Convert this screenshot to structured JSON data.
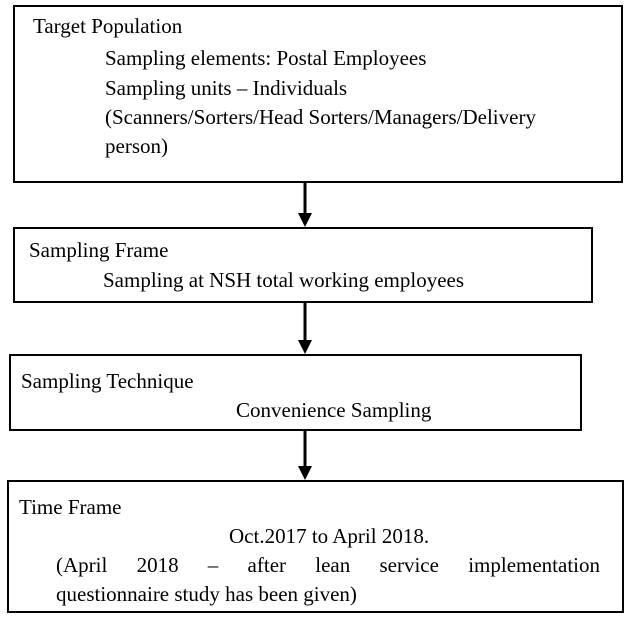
{
  "boxes": [
    {
      "heading": "Target Population",
      "lines": [
        "Sampling elements: Postal Employees",
        "Sampling units – Individuals",
        "(Scanners/Sorters/Head Sorters/Managers/Delivery",
        "person)"
      ]
    },
    {
      "heading": "Sampling Frame",
      "lines": [
        "Sampling at NSH total working employees"
      ]
    },
    {
      "heading": "Sampling Technique",
      "lines": [
        "Convenience Sampling"
      ]
    },
    {
      "heading": "Time Frame",
      "lines": [
        "Oct.2017 to April 2018.",
        "(April 2018 – after lean service implementation",
        "questionnaire study has been given)"
      ]
    }
  ],
  "arrows": [
    "arrow-down-icon",
    "arrow-down-icon",
    "arrow-down-icon"
  ]
}
